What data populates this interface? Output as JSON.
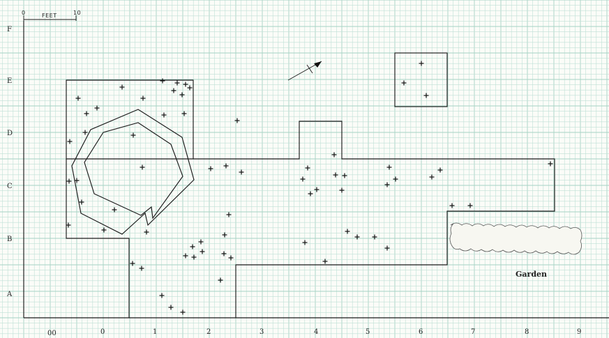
{
  "scale_bar": {
    "label": "FEET",
    "start": "0",
    "end": "10"
  },
  "row_labels": [
    "F",
    "E",
    "D",
    "C",
    "B",
    "A"
  ],
  "column_labels": [
    "00",
    "0",
    "1",
    "2",
    "3",
    "4",
    "5",
    "6",
    "7",
    "8",
    "9"
  ],
  "garden_label": "Garden",
  "plant_count": 68
}
